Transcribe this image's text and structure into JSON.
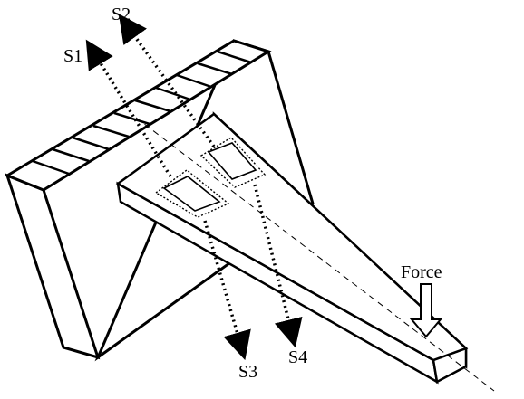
{
  "labels": {
    "s1": "S1",
    "s2": "S2",
    "s3": "S3",
    "s4": "S4",
    "force": "Force"
  },
  "colors": {
    "stroke": "#000000",
    "background": "#ffffff"
  }
}
